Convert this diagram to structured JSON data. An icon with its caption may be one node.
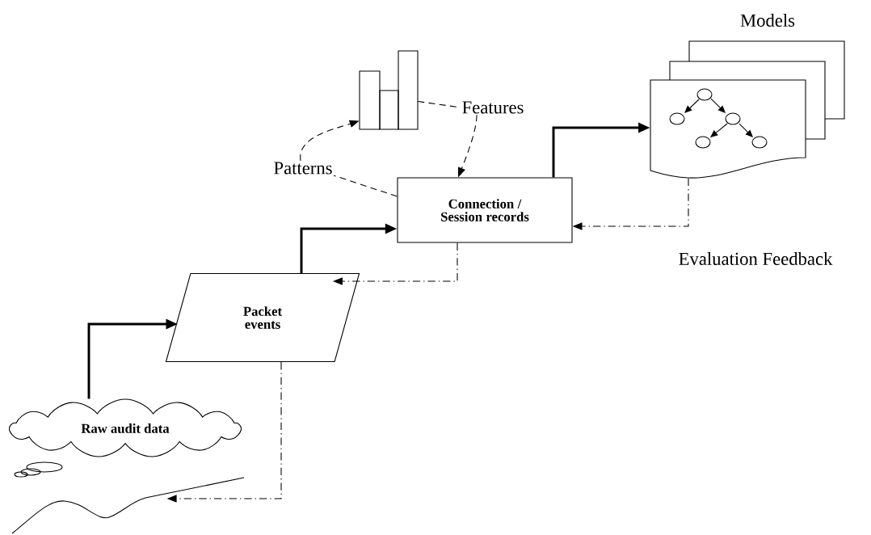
{
  "diagram": {
    "nodes": [
      {
        "text": [
          "Raw audit data"
        ]
      },
      {
        "text": [
          "Packet events"
        ]
      },
      {
        "text": [
          "Connection / Session records"
        ]
      },
      {
        "text": [],
        "shape": "picture"
      },
      {
        "text": [
          "Features"
        ]
      },
      {
        "text": [
          "Patterns"
        ]
      },
      {
        "text": [
          "Models"
        ]
      },
      {
        "text": [],
        "shape": "curve"
      }
    ],
    "edges": [
      {
        "from": 0,
        "to": 1,
        "arrow": "to",
        "style": "thick"
      },
      {
        "from": 1,
        "to": 2,
        "arrow": "to",
        "style": "thick"
      },
      {
        "from": 2,
        "to": 6,
        "arrow": "to",
        "style": "thick"
      },
      {
        "from": 6,
        "to": 2,
        "arrow": "to",
        "style": "dashed",
        "label": "Evaluation Feedback"
      },
      {
        "from": 2,
        "to": 1,
        "arrow": "to",
        "style": "dashed"
      },
      {
        "from": 1,
        "to": 7,
        "arrow": "to",
        "style": "dashed"
      },
      {
        "from": 3,
        "to": 4,
        "arrow": "none",
        "style": "dashed"
      },
      {
        "from": 4,
        "to": 2,
        "arrow": "to",
        "style": "dashed"
      },
      {
        "from": 2,
        "to": 5,
        "arrow": "none",
        "style": "dashed"
      },
      {
        "from": 5,
        "to": 3,
        "arrow": "to",
        "style": "dashed"
      }
    ]
  }
}
